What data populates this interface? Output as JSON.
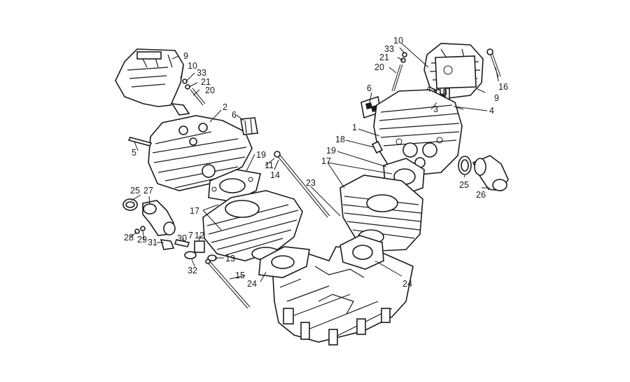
{
  "labels": [
    {
      "id": "l9a",
      "text": "9"
    },
    {
      "id": "l10a",
      "text": "10"
    },
    {
      "id": "l33a",
      "text": "33"
    },
    {
      "id": "l21a",
      "text": "21"
    },
    {
      "id": "l20a",
      "text": "20"
    },
    {
      "id": "l2",
      "text": "2"
    },
    {
      "id": "l6a",
      "text": "6"
    },
    {
      "id": "l5",
      "text": "5"
    },
    {
      "id": "l19a",
      "text": "19"
    },
    {
      "id": "l11",
      "text": "11"
    },
    {
      "id": "l14",
      "text": "14"
    },
    {
      "id": "l23",
      "text": "23"
    },
    {
      "id": "l17a",
      "text": "17"
    },
    {
      "id": "l25a",
      "text": "25"
    },
    {
      "id": "l27",
      "text": "27"
    },
    {
      "id": "l28",
      "text": "28"
    },
    {
      "id": "l29",
      "text": "29"
    },
    {
      "id": "l31",
      "text": "31"
    },
    {
      "id": "l30",
      "text": "30"
    },
    {
      "id": "l7",
      "text": "7"
    },
    {
      "id": "l12",
      "text": "12"
    },
    {
      "id": "l13",
      "text": "13"
    },
    {
      "id": "l32",
      "text": "32"
    },
    {
      "id": "l15",
      "text": "15"
    },
    {
      "id": "l24a",
      "text": "24"
    },
    {
      "id": "l10b",
      "text": "10"
    },
    {
      "id": "l33b",
      "text": "33"
    },
    {
      "id": "l21b",
      "text": "21"
    },
    {
      "id": "l20b",
      "text": "20"
    },
    {
      "id": "l16",
      "text": "16"
    },
    {
      "id": "l6b",
      "text": "6"
    },
    {
      "id": "l4a",
      "text": "4"
    },
    {
      "id": "l8",
      "text": "8"
    },
    {
      "id": "l9b",
      "text": "9"
    },
    {
      "id": "l3",
      "text": "3"
    },
    {
      "id": "l4b",
      "text": "4"
    },
    {
      "id": "l1",
      "text": "1"
    },
    {
      "id": "l18",
      "text": "18"
    },
    {
      "id": "l19b",
      "text": "19"
    },
    {
      "id": "l17b",
      "text": "17"
    },
    {
      "id": "l25b",
      "text": "25"
    },
    {
      "id": "l26",
      "text": "26"
    },
    {
      "id": "l24b",
      "text": "24"
    }
  ]
}
